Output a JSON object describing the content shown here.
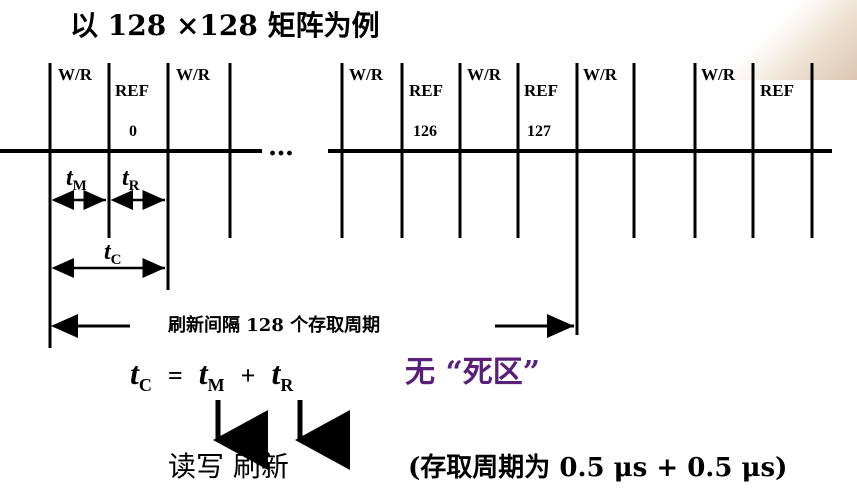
{
  "title": "以 128 ×128 矩阵为例",
  "cells": {
    "wr": "W/R",
    "ref": "REF"
  },
  "ref_numbers": [
    "0",
    "126",
    "127"
  ],
  "ellipsis": "…",
  "timing": {
    "tm": {
      "var": "t",
      "sub": "M"
    },
    "tr": {
      "var": "t",
      "sub": "R"
    },
    "tc": {
      "var": "t",
      "sub": "C"
    }
  },
  "refresh_interval_label": "刷新间隔  128 个存取周期",
  "equation": {
    "lhs_var": "t",
    "lhs_sub": "C",
    "eq": "=",
    "a_var": "t",
    "a_sub": "M",
    "plus": "+",
    "b_var": "t",
    "b_sub": "R"
  },
  "no_dead_zone": "无 “死区”",
  "read_write": "读写",
  "refresh": "刷新",
  "note": "(存取周期为 0.5 μs + 0.5 μs)",
  "colors": {
    "line": "#000000",
    "accent": "#5a1f7a"
  }
}
